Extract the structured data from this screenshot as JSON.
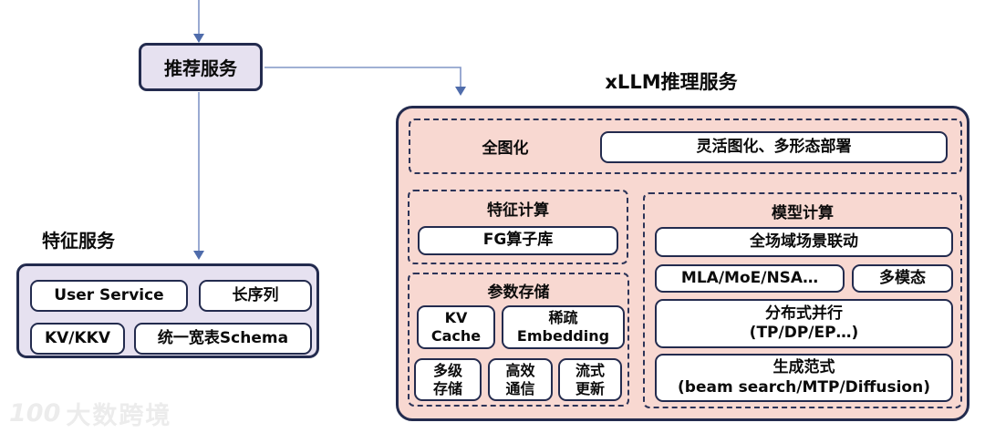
{
  "diagram": {
    "recommend_service": {
      "label": "推荐服务"
    },
    "xllm": {
      "title": "xLLM推理服务",
      "graphization": {
        "label": "全图化",
        "deploy": "灵活图化、多形态部署"
      },
      "feature_compute": {
        "label": "特征计算",
        "fg_operator_lib": "FG算子库"
      },
      "param_store": {
        "label": "参数存储",
        "kv_cache": "KV\nCache",
        "sparse_embedding": "稀疏\nEmbedding",
        "multilevel_storage": "多级\n存储",
        "efficient_comm": "高效\n通信",
        "streaming_update": "流式\n更新"
      },
      "model_compute": {
        "label": "模型计算",
        "scene_linkage": "全场域场景联动",
        "mla_moe_nsa": "MLA/MoE/NSA…",
        "multimodal": "多模态",
        "distributed_parallel": "分布式并行\n(TP/DP/EP…)",
        "generation_paradigm": "生成范式\n(beam search/MTP/Diffusion)"
      }
    },
    "feature_service": {
      "title": "特征服务",
      "user_service": "User Service",
      "long_sequence": "长序列",
      "kv_kkv": "KV/KKV",
      "unified_schema": "统一宽表Schema"
    }
  },
  "watermark": {
    "logo": "100",
    "text": "大数跨境"
  },
  "colors": {
    "pink_fill": "#f8d8d1",
    "lavender_fill": "#e6e1f0",
    "navy_border": "#232b4e",
    "dash_border": "#2c3458",
    "arrow_line": "#8195c6",
    "arrow_head": "#4f6cab",
    "watermark_gray": "#ececec"
  }
}
